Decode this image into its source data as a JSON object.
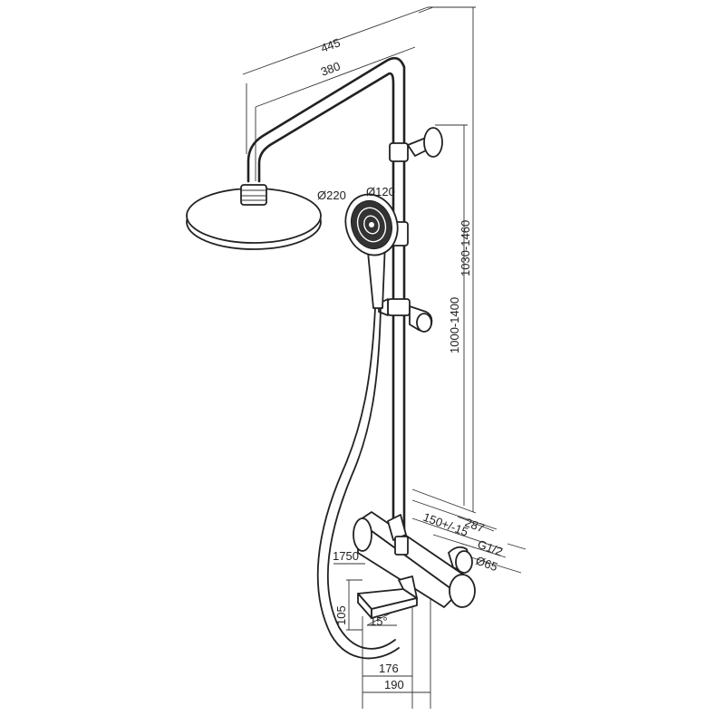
{
  "dimensions": {
    "overall_reach": "445",
    "arm_length": "380",
    "head_diameter": "Ø220",
    "hand_diameter": "Ø120",
    "slide_range": "1000-1400",
    "total_height": "1030-1460",
    "depth": "287",
    "centers": "150+/-15",
    "thread": "G1/2",
    "body_diameter": "Ø65",
    "hose_length": "1750",
    "spout_height": "105",
    "spout_angle": "15°",
    "spout_length": "176",
    "spout_reach": "190"
  }
}
